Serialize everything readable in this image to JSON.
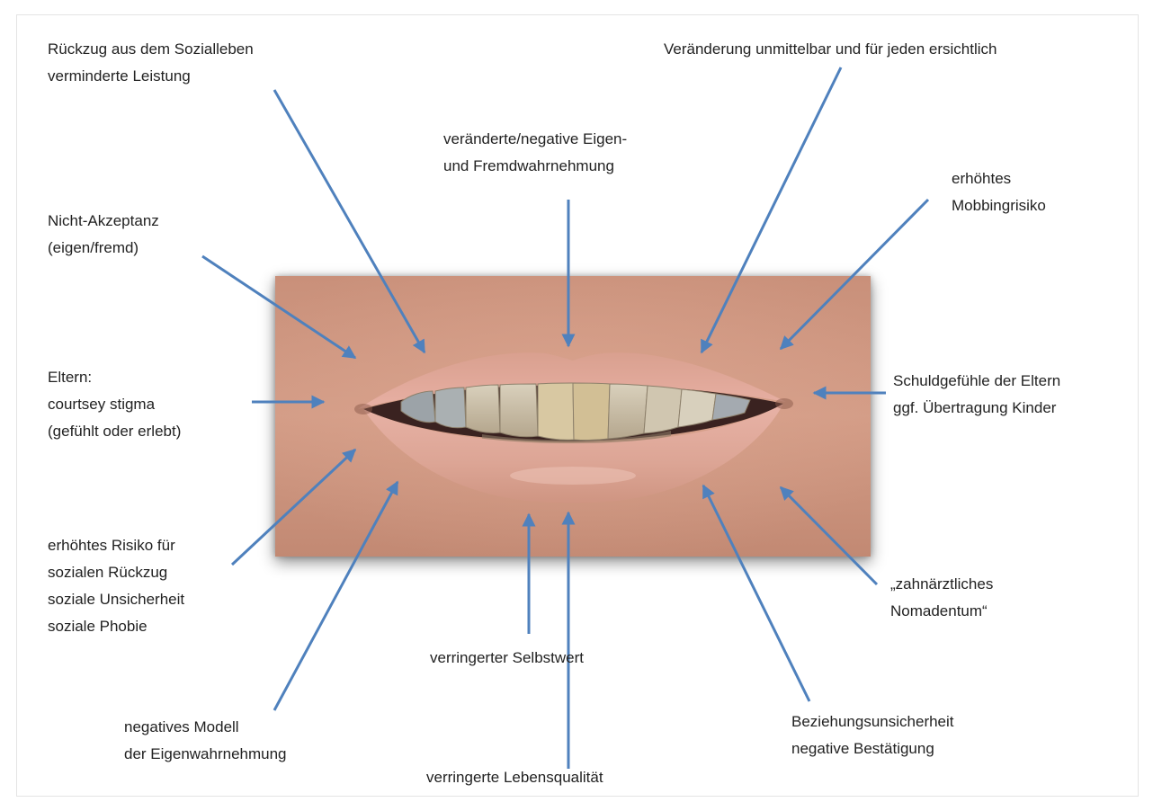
{
  "arrow_color": "#4f81bd",
  "labels": {
    "rueckzug": [
      "Rückzug aus dem Sozialleben",
      "verminderte Leistung"
    ],
    "veraenderung": [
      "Veränderung unmittelbar und für jeden ersichtlich"
    ],
    "wahrnehmung": [
      "veränderte/negative Eigen-",
      "und Fremdwahrnehmung"
    ],
    "mobbing": [
      "erhöhtes",
      "Mobbingrisiko"
    ],
    "nicht_akzeptanz": [
      "Nicht-Akzeptanz",
      "(eigen/fremd)"
    ],
    "eltern": [
      "Eltern:",
      "courtsey stigma",
      "(gefühlt oder erlebt)"
    ],
    "schuld": [
      "Schuldgefühle der Eltern",
      "ggf. Übertragung Kinder"
    ],
    "risiko": [
      "erhöhtes Risiko für",
      "sozialen Rückzug",
      "soziale Unsicherheit",
      "soziale Phobie"
    ],
    "nomadentum": [
      "„zahnärztliches",
      "Nomadentum“"
    ],
    "selbstwert": [
      "verringerter Selbstwert"
    ],
    "modell": [
      "negatives Modell",
      "der Eigenwahrnehmung"
    ],
    "lebensqualitaet": [
      "verringerte Lebensqualität"
    ],
    "beziehung": [
      "Beziehungsunsicherheit",
      "negative Bestätigung"
    ]
  }
}
